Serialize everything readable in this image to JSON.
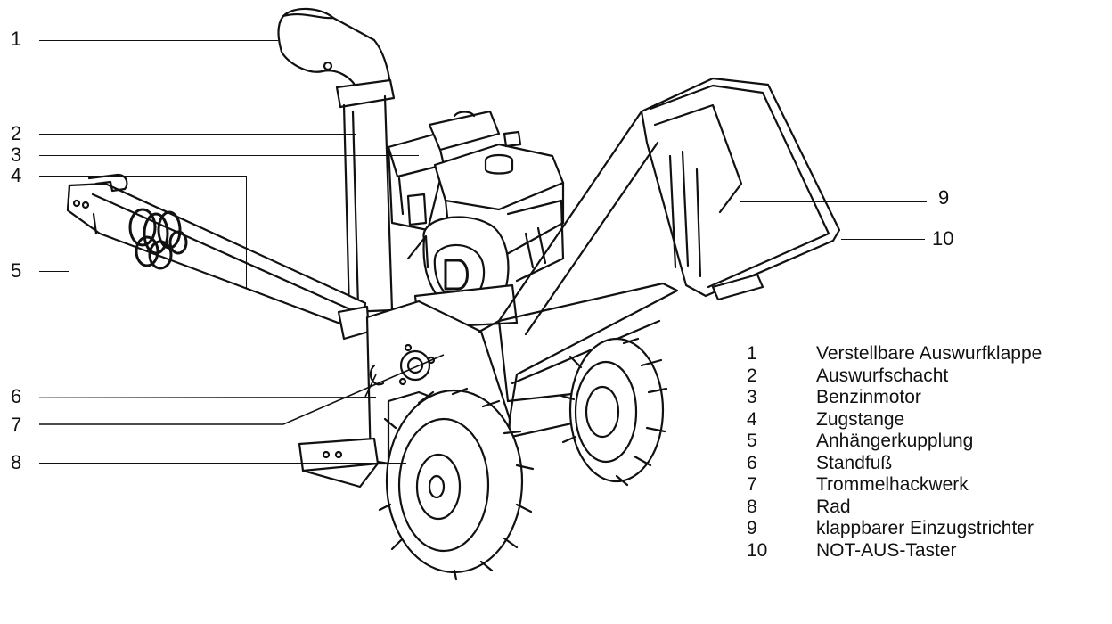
{
  "callouts": [
    "1",
    "2",
    "3",
    "4",
    "5",
    "6",
    "7",
    "8",
    "9",
    "10"
  ],
  "legend": [
    {
      "number": "1",
      "text": "Verstellbare Auswurfklappe"
    },
    {
      "number": "2",
      "text": "Auswurfschacht"
    },
    {
      "number": "3",
      "text": "Benzinmotor"
    },
    {
      "number": "4",
      "text": "Zugstange"
    },
    {
      "number": "5",
      "text": "Anhängerkupplung"
    },
    {
      "number": "6",
      "text": "Standfuß"
    },
    {
      "number": "7",
      "text": "Trommelhackwerk"
    },
    {
      "number": "8",
      "text": "Rad"
    },
    {
      "number": "9",
      "text": "klappbarer Einzugstrichter"
    },
    {
      "number": "10",
      "text": "NOT-AUS-Taster"
    }
  ]
}
